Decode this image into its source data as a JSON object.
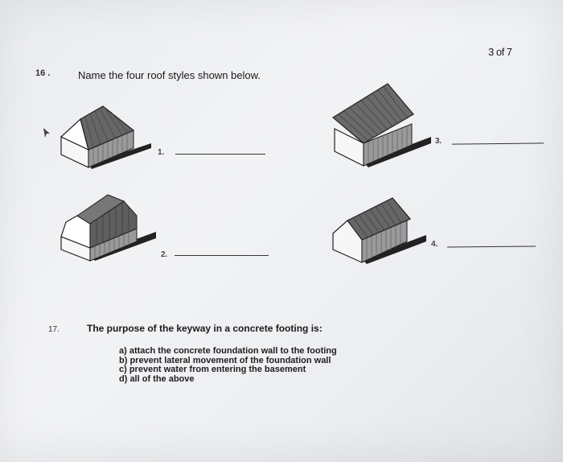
{
  "page_number": "3 of 7",
  "question16": {
    "number": "16 .",
    "prompt": "Name the four roof styles shown below.",
    "blanks": [
      {
        "label": "1."
      },
      {
        "label": "2."
      },
      {
        "label": "3."
      },
      {
        "label": "4."
      }
    ],
    "figures": [
      {
        "icon": "hip-roof-house-icon"
      },
      {
        "icon": "gambrel-roof-house-icon"
      },
      {
        "icon": "shed-roof-house-icon"
      },
      {
        "icon": "gable-roof-house-icon"
      }
    ]
  },
  "question17": {
    "number": "17.",
    "prompt": "The purpose of the keyway in a concrete footing is:",
    "options": [
      "a)  attach the concrete foundation wall to the footing",
      "b)  prevent lateral movement of the foundation wall",
      "c)  prevent water from entering the basement",
      "d)  all of the above"
    ]
  }
}
